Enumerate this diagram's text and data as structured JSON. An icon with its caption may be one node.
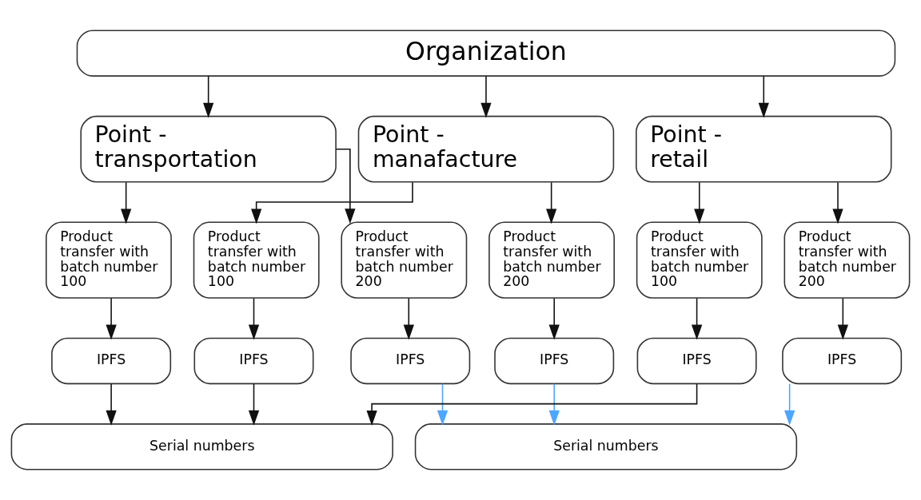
{
  "diagram": {
    "nodes": [
      {
        "text": [
          "Organization"
        ]
      },
      {
        "text": [
          "Point - manafacture"
        ]
      },
      {
        "text": [
          "Point - transportation"
        ]
      },
      {
        "text": [
          "Point - retail"
        ]
      },
      {
        "text": [
          "Product transfer with batch number 100"
        ]
      },
      {
        "text": [
          "Product transfer with batch number 200"
        ]
      },
      {
        "text": [
          "Product transfer with batch number 100"
        ]
      },
      {
        "text": [
          "Product transfer with batch number 200"
        ]
      },
      {
        "text": [
          "Product transfer with batch number 100"
        ]
      },
      {
        "text": [
          "Product transfer with batch number 200"
        ]
      },
      {
        "text": [
          "IPFS"
        ]
      },
      {
        "text": [
          "IPFS"
        ]
      },
      {
        "text": [
          "IPFS"
        ]
      },
      {
        "text": [
          "IPFS"
        ]
      },
      {
        "text": [
          "IPFS"
        ]
      },
      {
        "text": [
          "IPFS"
        ]
      },
      {
        "text": [
          "Serial numbers"
        ]
      },
      {
        "text": [
          "Serial numbers"
        ]
      }
    ],
    "edges": [
      {
        "from": 0,
        "to": 1,
        "arrow": "to"
      },
      {
        "from": 0,
        "to": 2,
        "arrow": "to"
      },
      {
        "from": 0,
        "to": 3,
        "arrow": "to"
      },
      {
        "from": 1,
        "to": 4,
        "arrow": "to"
      },
      {
        "from": 1,
        "to": 5,
        "arrow": "to"
      },
      {
        "from": 2,
        "to": 6,
        "arrow": "to"
      },
      {
        "from": 2,
        "to": 7,
        "arrow": "to"
      },
      {
        "from": 3,
        "to": 8,
        "arrow": "to"
      },
      {
        "from": 3,
        "to": 9,
        "arrow": "to"
      },
      {
        "from": 4,
        "to": 10,
        "arrow": "to"
      },
      {
        "from": 5,
        "to": 11,
        "arrow": "to"
      },
      {
        "from": 6,
        "to": 12,
        "arrow": "to"
      },
      {
        "from": 7,
        "to": 13,
        "arrow": "to"
      },
      {
        "from": 8,
        "to": 14,
        "arrow": "to"
      },
      {
        "from": 9,
        "to": 15,
        "arrow": "to"
      },
      {
        "from": 10,
        "to": 16,
        "arrow": "to"
      },
      {
        "from": 11,
        "to": 17,
        "arrow": "to",
        "color": "#4da6ff"
      },
      {
        "from": 12,
        "to": 16,
        "arrow": "to"
      },
      {
        "from": 13,
        "to": 17,
        "arrow": "to",
        "color": "#4da6ff"
      },
      {
        "from": 14,
        "to": 16,
        "arrow": "to"
      },
      {
        "from": 15,
        "to": 17,
        "arrow": "to",
        "color": "#4da6ff"
      }
    ]
  }
}
